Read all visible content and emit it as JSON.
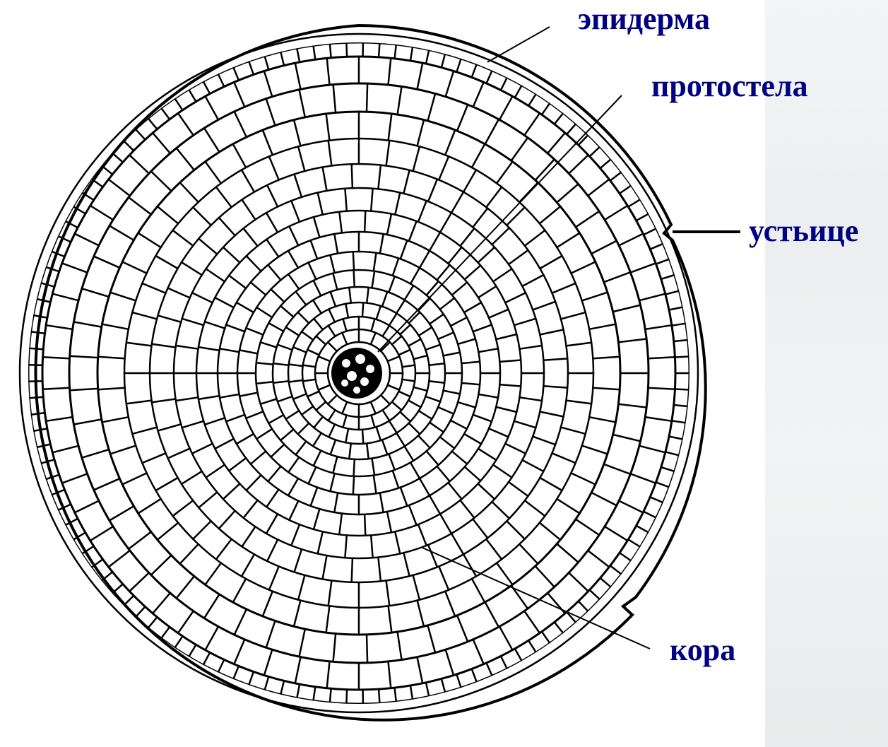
{
  "labels": {
    "epidermis": "эпидерма",
    "protostele": "протостела",
    "stoma": "устьице",
    "cortex": "кора"
  },
  "colors": {
    "label": "#000080",
    "line": "#000000",
    "background": "#ffffff",
    "side_panel": "#eef0f1"
  }
}
